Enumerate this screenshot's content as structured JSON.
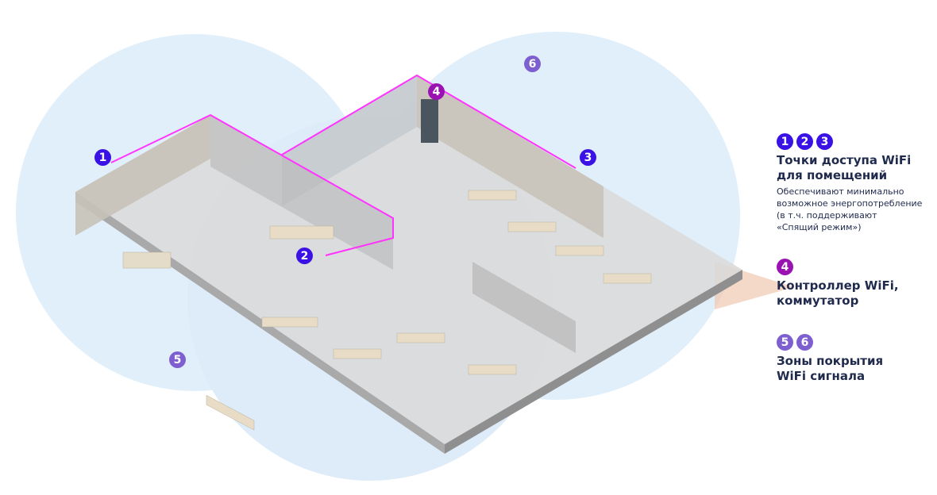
{
  "colors": {
    "ap": "#3a12e6",
    "controller": "#9b12b3",
    "zone": "#7e5fd0",
    "text": "#1f2a4d",
    "coverage": "#cfe6f7",
    "wall": "#ff33ff"
  },
  "markers": [
    {
      "num": "1",
      "kind": "ap"
    },
    {
      "num": "2",
      "kind": "ap"
    },
    {
      "num": "3",
      "kind": "ap"
    },
    {
      "num": "4",
      "kind": "controller"
    },
    {
      "num": "5",
      "kind": "zone"
    },
    {
      "num": "6",
      "kind": "zone"
    }
  ],
  "legend": {
    "ap": {
      "badges": [
        "1",
        "2",
        "3"
      ],
      "title_line1": "Точки доступа WiFi",
      "title_line2": "для помещений",
      "desc": [
        "Обеспечивают минимально",
        "возможное энергопотребление",
        "(в т.ч. поддерживают",
        "«Спящий режим»)"
      ]
    },
    "controller": {
      "badges": [
        "4"
      ],
      "title_line1": "Контроллер WiFi,",
      "title_line2": "коммутатор"
    },
    "zones": {
      "badges": [
        "5",
        "6"
      ],
      "title_line1": "Зоны покрытия",
      "title_line2": "WiFi сигнала"
    }
  }
}
